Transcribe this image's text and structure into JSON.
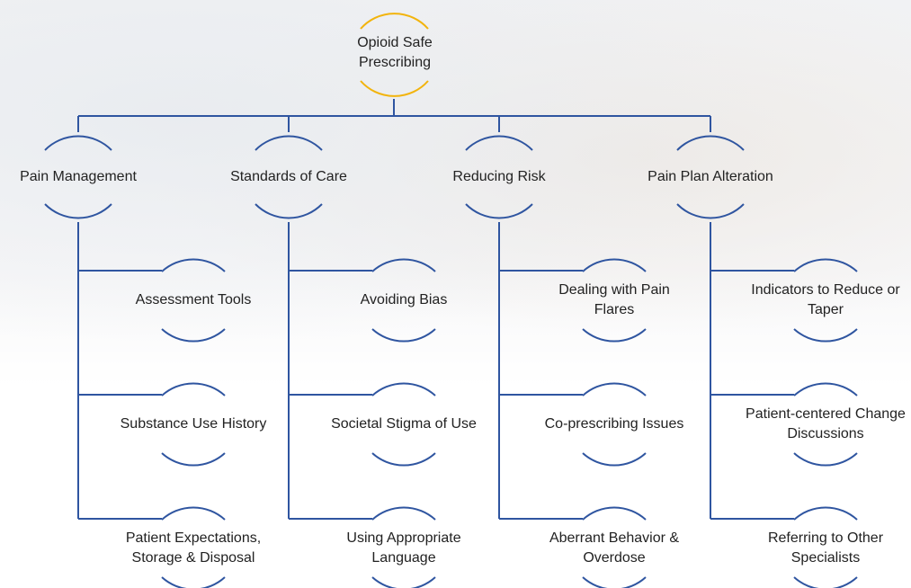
{
  "colors": {
    "line": "#2f55a0",
    "root_arc": "#f2b40d",
    "text": "#222222"
  },
  "root": {
    "label": "Opioid Safe Prescribing"
  },
  "categories": [
    {
      "label": "Pain Management",
      "items": [
        "Assessment Tools",
        "Substance Use History",
        "Patient Expectations, Storage & Disposal"
      ]
    },
    {
      "label": "Standards of Care",
      "items": [
        "Avoiding Bias",
        "Societal Stigma of Use",
        "Using Appropriate Language"
      ]
    },
    {
      "label": "Reducing Risk",
      "items": [
        "Dealing with Pain Flares",
        "Co-prescribing Issues",
        "Aberrant Behavior & Overdose"
      ]
    },
    {
      "label": "Pain Plan Alteration",
      "items": [
        "Indicators to Reduce or Taper",
        "Patient-centered Change Discussions",
        "Referring to Other Specialists"
      ]
    }
  ]
}
